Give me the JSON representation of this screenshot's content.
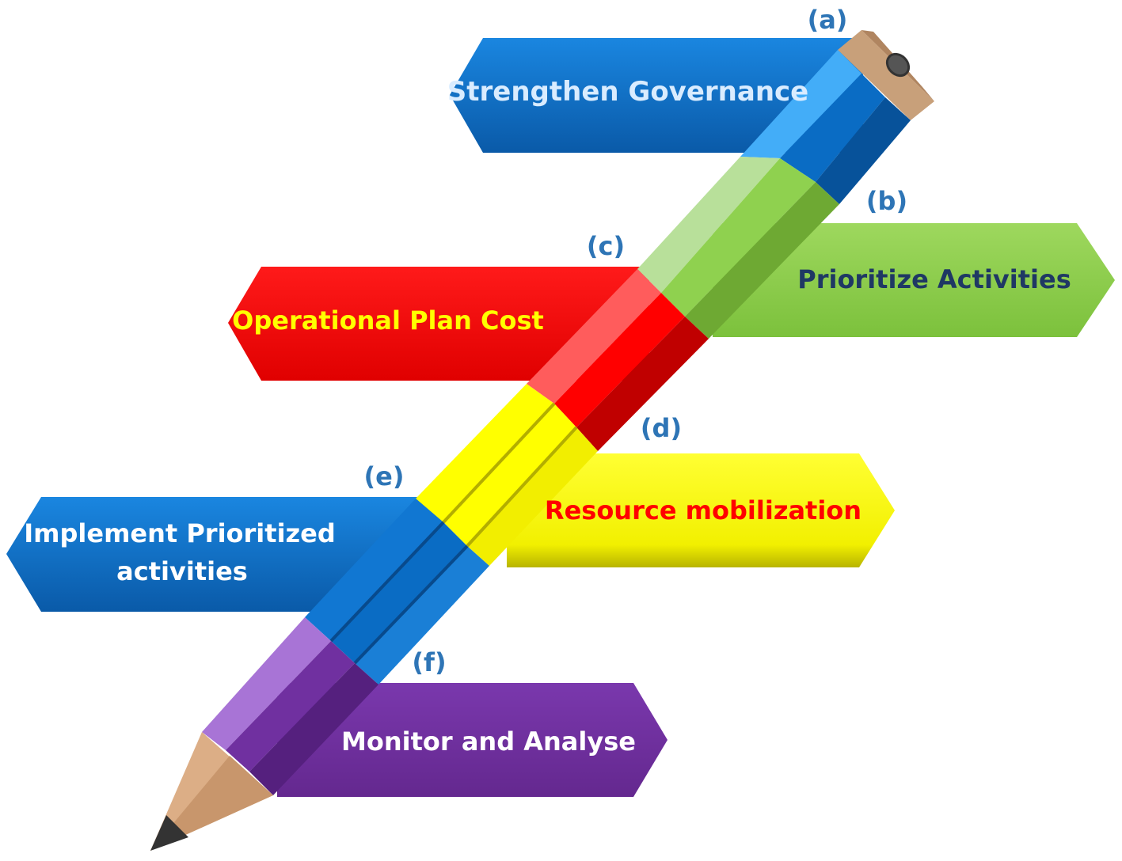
{
  "steps": [
    {
      "letter": "(a)",
      "text": "Strengthen Governance",
      "color": "#0b6fc6",
      "text_color": "#d9ecff"
    },
    {
      "letter": "(b)",
      "text": "Prioritize Activities",
      "color": "#8fd14f",
      "text_color": "#1f3864"
    },
    {
      "letter": "(c)",
      "text": "Operational Plan Cost",
      "color": "#ff0000",
      "text_color": "#ffff00"
    },
    {
      "letter": "(d)",
      "text": "Resource mobilization",
      "color": "#ffff00",
      "text_color": "#ff0000"
    },
    {
      "letter": "(e)",
      "text_lines": [
        "Implement Prioritized",
        "activities"
      ],
      "color": "#0b6fc6",
      "text_color": "#ffffff"
    },
    {
      "letter": "(f)",
      "text": "Monitor and Analyse",
      "color": "#7030a0",
      "text_color": "#ffffff"
    }
  ],
  "letter_color": "#2e75b6"
}
